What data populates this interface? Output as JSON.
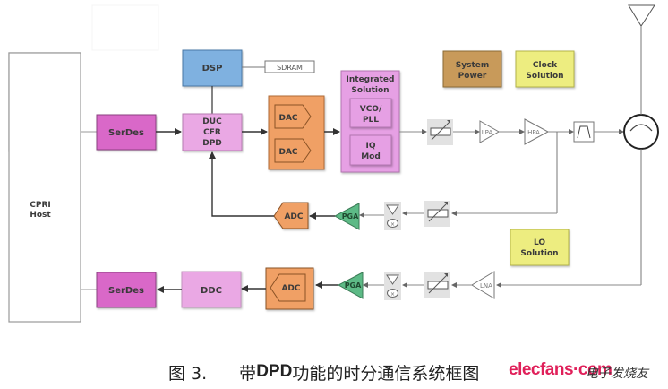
{
  "diagram": {
    "blocks": {
      "cpri_host": "CPRI\nHost",
      "serdes_tx": "SerDes",
      "serdes_rx": "SerDes",
      "dsp": "DSP",
      "sdram": "SDRAM",
      "duc_cfr_dpd": [
        "DUC",
        "CFR",
        "DPD"
      ],
      "dac_1": "DAC",
      "dac_2": "DAC",
      "integrated_solution": [
        "Integrated",
        "Solution"
      ],
      "vco_pll": [
        "VCO/",
        "PLL"
      ],
      "iq_mod": [
        "IQ",
        "Mod"
      ],
      "system_power": [
        "System",
        "Power"
      ],
      "clock_solution": [
        "Clock",
        "Solution"
      ],
      "lpa": "LPA",
      "hpa": "HPA",
      "adc_fb": "ADC",
      "pga_fb": "PGA",
      "lo_solution": [
        "LO",
        "Solution"
      ],
      "lna": "LNA",
      "adc_rx": "ADC",
      "pga_rx": "PGA",
      "ddc": "DDC"
    },
    "colors": {
      "dsp": "#7fb1e0",
      "serdes": "#d968c8",
      "duc": "#eaa8e4",
      "dac": "#f0a065",
      "integrated": "#e6a0e4",
      "system_power": "#c89a5a",
      "clock": "#eded80",
      "pga": "#5dba86",
      "gray_block": "#e2e2e2"
    },
    "icons": {
      "attenuator": "variable-attenuator-icon",
      "mixer": "mixer-icon",
      "filter": "bandpass-filter-icon",
      "circulator": "circulator-icon",
      "antenna": "antenna-icon"
    }
  },
  "caption": {
    "figure_label": "图 3.",
    "prefix": "带 ",
    "bold_term": "DPD",
    "suffix": " 功能的时分通信系统框图",
    "watermark_site": "elecfans·com",
    "watermark_cn": "电子发烧友"
  }
}
